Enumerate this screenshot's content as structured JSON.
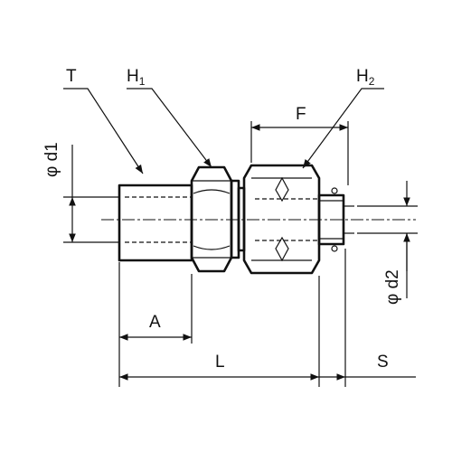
{
  "labels": {
    "thread": "T",
    "hex1_main": "H",
    "hex1_sub": "1",
    "hex2_main": "H",
    "hex2_sub": "2",
    "flat": "F",
    "dia1": "φ d1",
    "dia2": "φ d2",
    "length_a": "A",
    "length_total": "L",
    "stroke": "S"
  }
}
